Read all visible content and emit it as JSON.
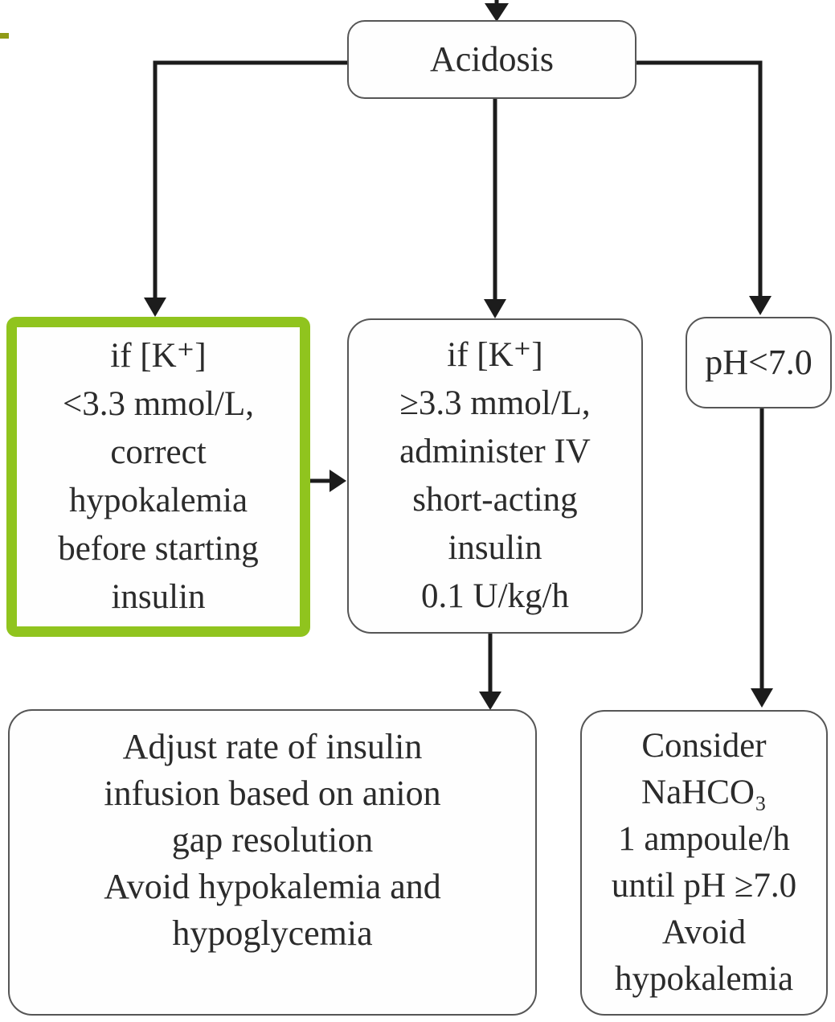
{
  "colors": {
    "highlight_green": "#90c41e",
    "olive_dash": "#8f9a16",
    "line_color": "#1c1c1c",
    "box_border": "#565656",
    "text_color": "#2b2b2b"
  },
  "nodes": {
    "acidosis": {
      "text": "Acidosis",
      "highlighted": false
    },
    "correct_hypokalemia": {
      "text": "if [K⁺]\n<3.3 mmol/L,\ncorrect\nhypokalemia\nbefore starting\ninsulin",
      "highlighted": true
    },
    "administer_insulin": {
      "text": "if [K⁺]\n≥3.3 mmol/L,\nadminister IV\nshort-acting\ninsulin\n0.1 U/kg/h",
      "highlighted": false
    },
    "ph_check": {
      "text": "pH<7.0",
      "highlighted": false
    },
    "adjust_infusion": {
      "text": "Adjust rate of insulin\ninfusion based on anion\ngap resolution\nAvoid hypokalemia and\nhypoglycemia",
      "highlighted": false
    },
    "consider_nahco3": {
      "text": "Consider\nNaHCO₃\n1 ampoule/h\nuntil pH ≥7.0\nAvoid\nhypokalemia",
      "highlighted": false
    }
  }
}
